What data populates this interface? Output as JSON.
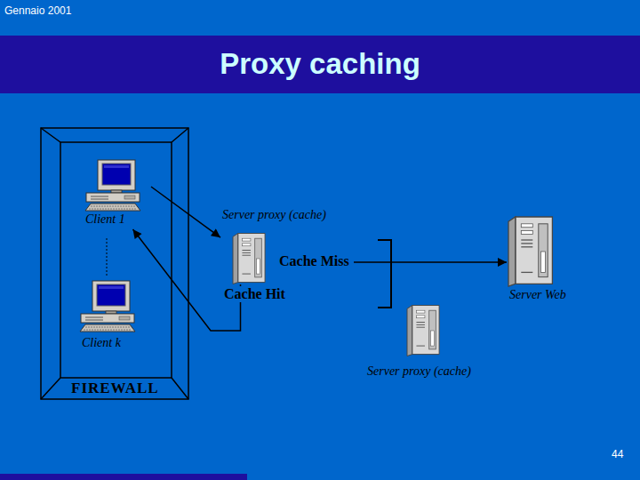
{
  "diagram": {
    "title": "Proxy caching",
    "nodes": [
      {
        "text": [
          "FIREWALL"
        ]
      },
      {
        "text": [
          "Client 1"
        ],
        "in": 0
      },
      {
        "text": [
          "Client k"
        ],
        "in": 0
      },
      {
        "text": [
          "Server proxy (cache)"
        ]
      },
      {
        "text": [
          "Server Web"
        ]
      },
      {
        "text": [
          "Server proxy (cache)"
        ]
      }
    ],
    "edges": [
      {
        "from": 1,
        "to": 3,
        "arrow": "to"
      },
      {
        "from": 3,
        "to": 1,
        "label": "Cache Hit",
        "arrow": "to"
      },
      {
        "from": 3,
        "to": 4,
        "label": "Cache Miss",
        "arrow": "to"
      }
    ],
    "labels": [
      "Gennaio 2001",
      "44"
    ]
  }
}
